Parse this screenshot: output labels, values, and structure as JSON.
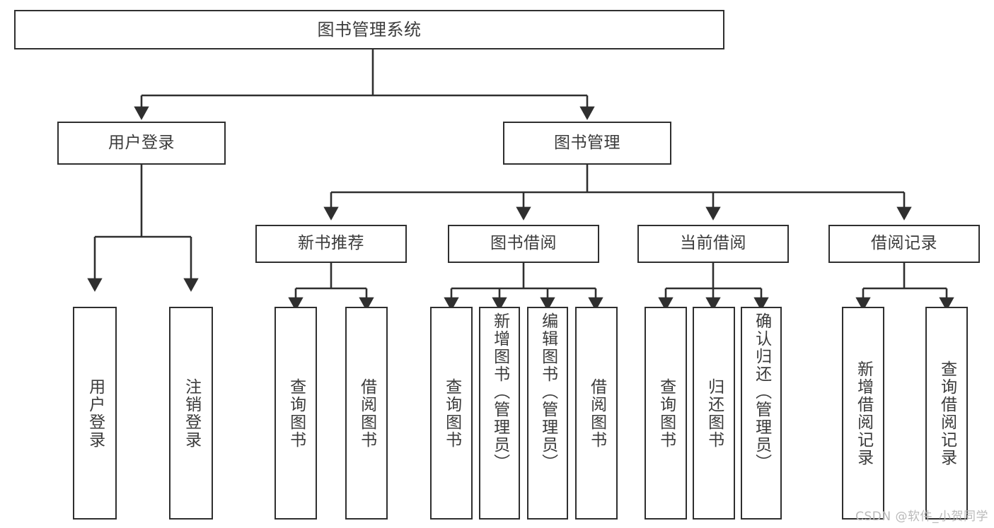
{
  "diagram": {
    "title": "图书管理系统",
    "type": "tree-hierarchy-chart",
    "watermark": "CSDN @软件_小贺同学",
    "colors": {
      "box_border": "#2f2f2f",
      "box_fill": "#ffffff",
      "text": "#3b3b3b",
      "edge": "#2f2f2f",
      "background": "#ffffff",
      "watermark": "#b9b9b9"
    },
    "nodes": {
      "root": {
        "label": "图书管理系统"
      },
      "level1": [
        {
          "id": "user-login",
          "label": "用户登录"
        },
        {
          "id": "book-manage",
          "label": "图书管理"
        }
      ],
      "level2": [
        {
          "id": "new-book-recommend",
          "label": "新书推荐"
        },
        {
          "id": "book-borrow",
          "label": "图书借阅"
        },
        {
          "id": "current-borrow",
          "label": "当前借阅"
        },
        {
          "id": "borrow-record",
          "label": "借阅记录"
        }
      ],
      "leaves": {
        "user-login": [
          {
            "id": "leaf-user-login",
            "label": "用户登录"
          },
          {
            "id": "leaf-logout-login",
            "label": "注销登录"
          }
        ],
        "new-book-recommend": [
          {
            "id": "leaf-query-book-1",
            "label": "查询图书"
          },
          {
            "id": "leaf-borrow-book-1",
            "label": "借阅图书"
          }
        ],
        "book-borrow": [
          {
            "id": "leaf-query-book-2",
            "label": "查询图书"
          },
          {
            "id": "leaf-add-book-admin",
            "label": "新增图书（管理员）"
          },
          {
            "id": "leaf-edit-book-admin",
            "label": "编辑图书（管理员）"
          },
          {
            "id": "leaf-borrow-book-2",
            "label": "借阅图书"
          }
        ],
        "current-borrow": [
          {
            "id": "leaf-query-book-3",
            "label": "查询图书"
          },
          {
            "id": "leaf-return-book",
            "label": "归还图书"
          },
          {
            "id": "leaf-confirm-return-admin",
            "label": "确认归还（管理员）"
          }
        ],
        "borrow-record": [
          {
            "id": "leaf-add-borrow-record",
            "label": "新增借阅记录"
          },
          {
            "id": "leaf-query-borrow-record",
            "label": "查询借阅记录"
          }
        ]
      }
    }
  }
}
